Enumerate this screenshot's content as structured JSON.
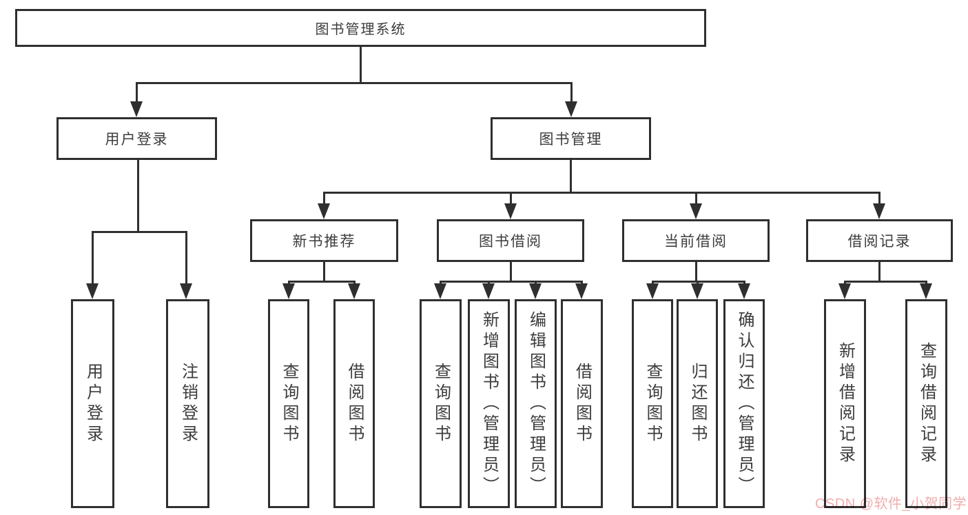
{
  "colors": {
    "line": "#2f2f2f",
    "text": "#3c3c3c",
    "box_background": "#ffffff",
    "watermark": "#f0aeae"
  },
  "watermark": {
    "text": "CSDN @软件_小贺同学"
  },
  "tree": {
    "label": "图书管理系统",
    "children": [
      {
        "label": "用户登录",
        "children": [
          {
            "label": "用户登录"
          },
          {
            "label": "注销登录"
          }
        ]
      },
      {
        "label": "图书管理",
        "children": [
          {
            "label": "新书推荐",
            "children": [
              {
                "label": "查询图书"
              },
              {
                "label": "借阅图书"
              }
            ]
          },
          {
            "label": "图书借阅",
            "children": [
              {
                "label": "查询图书"
              },
              {
                "label": "新增图书（管理员）"
              },
              {
                "label": "编辑图书（管理员）"
              },
              {
                "label": "借阅图书"
              }
            ]
          },
          {
            "label": "当前借阅",
            "children": [
              {
                "label": "查询图书"
              },
              {
                "label": "归还图书"
              },
              {
                "label": "确认归还（管理员）"
              }
            ]
          },
          {
            "label": "借阅记录",
            "children": [
              {
                "label": "新增借阅记录"
              },
              {
                "label": "查询借阅记录"
              }
            ]
          }
        ]
      }
    ]
  }
}
